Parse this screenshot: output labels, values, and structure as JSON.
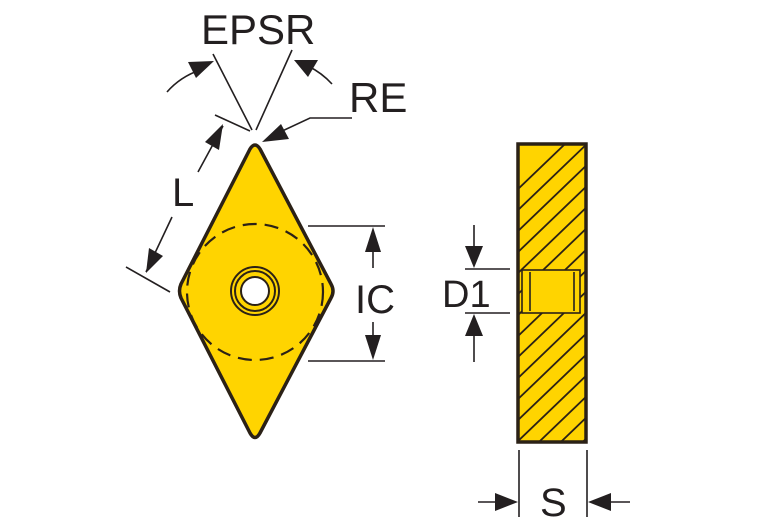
{
  "labels": {
    "epsr": "EPSR",
    "re": "RE",
    "l": "L",
    "ic": "IC",
    "d1": "D1",
    "s": "S"
  },
  "colors": {
    "insert_fill": "#FFD400",
    "outline": "#2b2116",
    "background": "#ffffff"
  }
}
